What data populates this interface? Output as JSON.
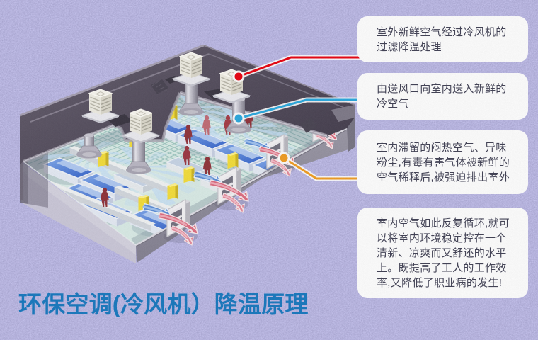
{
  "title": {
    "text": "环保空调(冷风机）降温原理",
    "color": "#1577be"
  },
  "callouts": [
    {
      "id": 1,
      "text": "室外新鲜空气经过冷风机的\n过滤降温处理",
      "line_color": "#e8000d",
      "target": "rooftop-cooler-unit"
    },
    {
      "id": 2,
      "text": "由送风口向室内送入新鲜的\n冷空气",
      "line_color": "#28a7dd",
      "target": "supply-air-duct"
    },
    {
      "id": 3,
      "text": "室内滞留的闷热空气、异味\n粉尘,有毒有害气体被新鲜的\n空气稀释后,被强迫排出室外",
      "line_color": "#f09c20",
      "target": "exhaust-vent"
    },
    {
      "id": 4,
      "text": "室内空气如此反复循环,就可\n以将室内环境稳定控在一个\n清新、凉爽而又舒还的水平\n上。既提高了工人的工作效\n率,又降低了职业病的发生!",
      "line_color": null,
      "target": null
    }
  ],
  "colors": {
    "background": "#b6b3e0",
    "box_bg": "#ffffff",
    "box_text": "#3e3e52",
    "red_line": "#e8000d",
    "cyan_line": "#28a7dd",
    "orange_line": "#f09c20"
  },
  "illustration": {
    "type": "isometric-factory-cutaway",
    "elements": [
      "rooftop-cooler-units",
      "air-ducts",
      "diffusers",
      "exhaust-vents",
      "red-exhaust-arrows",
      "blue-supply-arrows",
      "workers",
      "machines"
    ]
  }
}
